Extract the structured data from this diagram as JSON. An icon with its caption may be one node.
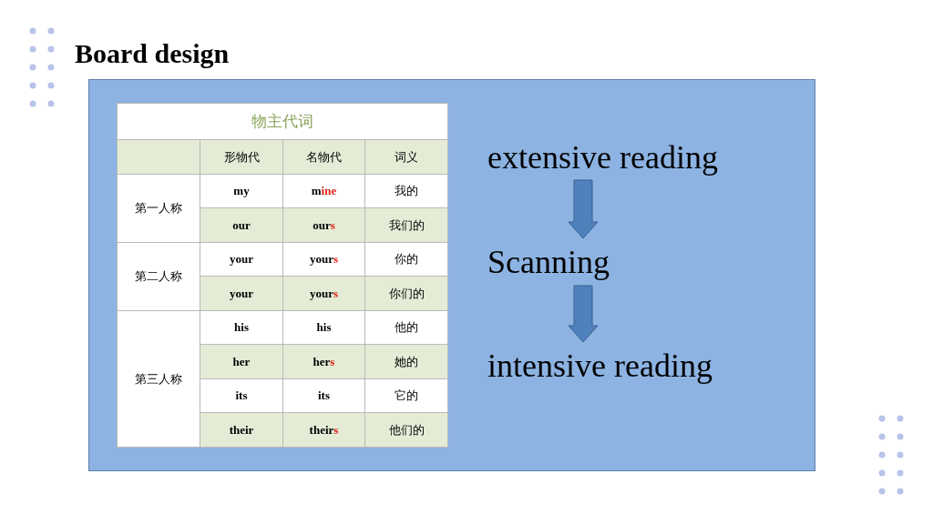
{
  "diagram": {
    "title": "Board design",
    "nodes": [
      {
        "text": [
          "extensive reading"
        ]
      },
      {
        "text": [
          "Scanning"
        ]
      },
      {
        "text": [
          "intensive reading"
        ]
      }
    ],
    "edges": [
      {
        "from": 0,
        "to": 1,
        "arrow": "to"
      },
      {
        "from": 1,
        "to": 2,
        "arrow": "to"
      }
    ],
    "labels": [
      "物主代词",
      "形物代",
      "名物代",
      "词义",
      "第一人称",
      "my",
      "m**ine**",
      "我的",
      "our",
      "our**s**",
      "我们的",
      "第二人称",
      "your",
      "your**s**",
      "你的",
      "your",
      "your**s**",
      "你们的",
      "第三人称",
      "his",
      "his",
      "他的",
      "her",
      "her**s**",
      "她的",
      "its",
      "its",
      "它的",
      "their",
      "their**s**",
      "他们的"
    ]
  }
}
